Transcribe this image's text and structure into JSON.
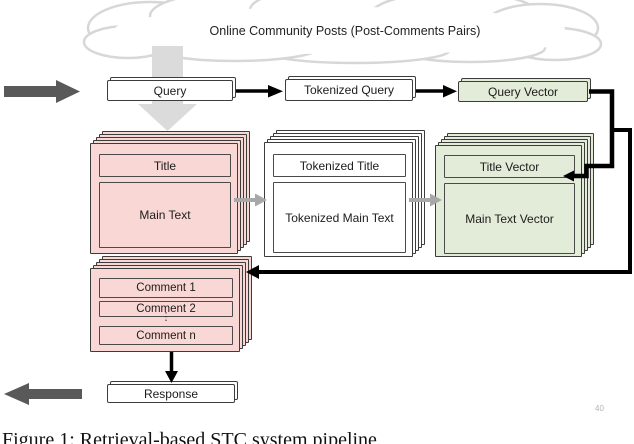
{
  "cloud": {
    "label": "Online Community Posts (Post-Comments Pairs)"
  },
  "flow": {
    "query": "Query",
    "tokenized_query": "Tokenized Query",
    "query_vector": "Query Vector"
  },
  "post_stack": {
    "title": "Title",
    "main_text": "Main Text"
  },
  "tokenized_stack": {
    "title": "Tokenized Title",
    "main_text": "Tokenized Main Text"
  },
  "vector_stack": {
    "title": "Title Vector",
    "main_text": "Main Text Vector"
  },
  "comments_stack": {
    "items": [
      "Comment 1",
      "Comment 2",
      "Comment n"
    ],
    "ellipsis": "⋮"
  },
  "response": {
    "label": "Response"
  },
  "caption": {
    "text": "Figure 1: Retrieval-based STC system pipeline",
    "page_marker": "40"
  },
  "colors": {
    "post_pink": "#f9d7d5",
    "vector_green": "#e3ecd8",
    "cloud_outline_gray": "#d7d7d7",
    "big_down_arrow_gray": "#dbdbdb",
    "io_block_arrow_gray": "#595959",
    "stack_arrow_gray": "#a8a8a8",
    "connector_black": "#000000"
  }
}
